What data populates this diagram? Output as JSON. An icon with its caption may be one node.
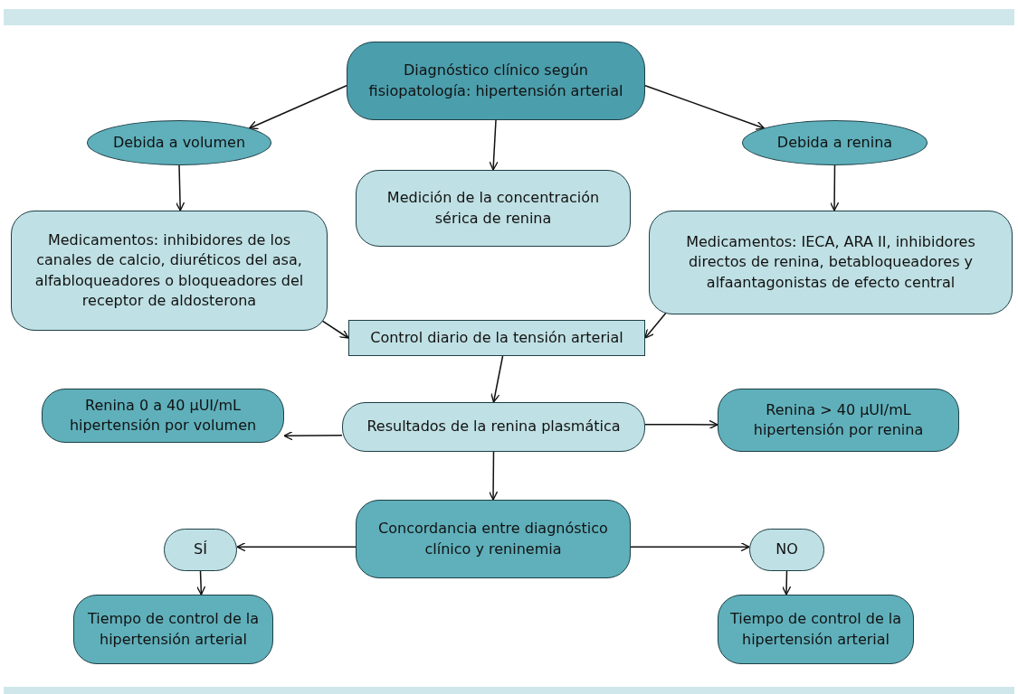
{
  "diagram": {
    "nodes": [
      {
        "text": [
          "Diagnóstico clínico según fisiopatología: hipertensión arterial"
        ]
      },
      {
        "text": [
          "Debida a volumen"
        ]
      },
      {
        "text": [
          "Medición de la concentración sérica de renina"
        ]
      },
      {
        "text": [
          "Debida a renina"
        ]
      },
      {
        "text": [
          "Medicamentos: inhibidores de los canales de calcio, diuréticos del asa, alfabloqueadores o bloqueadores del receptor de aldosterona"
        ]
      },
      {
        "text": [
          "Medicamentos: IECA, ARA II, inhibidores directos de renina, betabloqueadores y alfaantagonistas de efecto central"
        ]
      },
      {
        "text": [
          "Control diario de la tensión arterial"
        ]
      },
      {
        "text": [
          "Renina 0 a 40 μUI/mL hipertensión por volumen"
        ]
      },
      {
        "text": [
          "Resultados de la renina plasmática"
        ]
      },
      {
        "text": [
          "Renina > 40 μUI/mL hipertensión por renina"
        ]
      },
      {
        "text": [
          "Concordancia entre diagnóstico clínico y reninemia"
        ]
      },
      {
        "text": [
          "SÍ"
        ]
      },
      {
        "text": [
          "NO"
        ]
      },
      {
        "text": [
          "Tiempo de control de la hipertensión arterial"
        ]
      },
      {
        "text": [
          "Tiempo de control de la hipertensión arterial"
        ]
      }
    ],
    "edges": [
      {
        "from": 0,
        "to": 1,
        "arrow": "to"
      },
      {
        "from": 0,
        "to": 2,
        "arrow": "to"
      },
      {
        "from": 0,
        "to": 3,
        "arrow": "to"
      },
      {
        "from": 1,
        "to": 4,
        "arrow": "to"
      },
      {
        "from": 3,
        "to": 5,
        "arrow": "to"
      },
      {
        "from": 4,
        "to": 6,
        "arrow": "to"
      },
      {
        "from": 5,
        "to": 6,
        "arrow": "to"
      },
      {
        "from": 6,
        "to": 8,
        "arrow": "to"
      },
      {
        "from": 8,
        "to": 7,
        "arrow": "to"
      },
      {
        "from": 8,
        "to": 9,
        "arrow": "to"
      },
      {
        "from": 8,
        "to": 10,
        "arrow": "to"
      },
      {
        "from": 10,
        "to": 11,
        "arrow": "to"
      },
      {
        "from": 10,
        "to": 12,
        "arrow": "to"
      },
      {
        "from": 11,
        "to": 13,
        "arrow": "to"
      },
      {
        "from": 12,
        "to": 14,
        "arrow": "to"
      }
    ]
  }
}
